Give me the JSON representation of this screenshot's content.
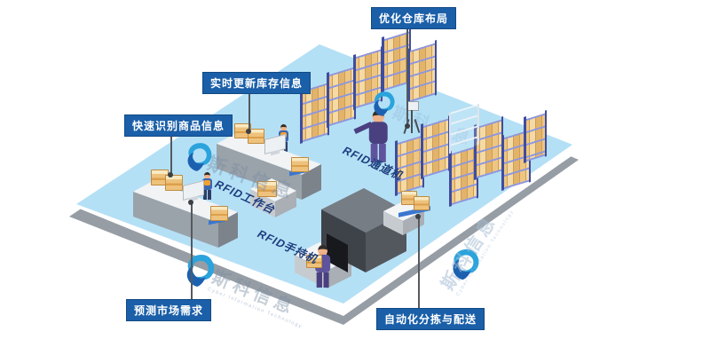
{
  "callouts": {
    "optimize_layout": "优化仓库布局",
    "realtime_inventory": "实时更新库存信息",
    "quick_identify": "快速识别商品信息",
    "predict_demand": "预测市场需求",
    "auto_sorting": "自动化分拣与配送"
  },
  "floor_texts": {
    "workstation": "RFID工作台",
    "handheld": "RFID手持机",
    "channel": "RFID通道机"
  },
  "watermark": {
    "brand": "斯科信息",
    "subtext": "Cyber Information Technology"
  },
  "colors": {
    "callout_blue": "#1a5fa8",
    "floor_blue": "#b4e0f6",
    "floor_text_navy": "#1d3e7e",
    "rack_frame_blue": "#3f4d9d",
    "box_tan": "#eec27c",
    "machine_gray": "#3e434a",
    "logo_light_blue": "#2ba3dc",
    "logo_dark_blue": "#1b61b0"
  }
}
